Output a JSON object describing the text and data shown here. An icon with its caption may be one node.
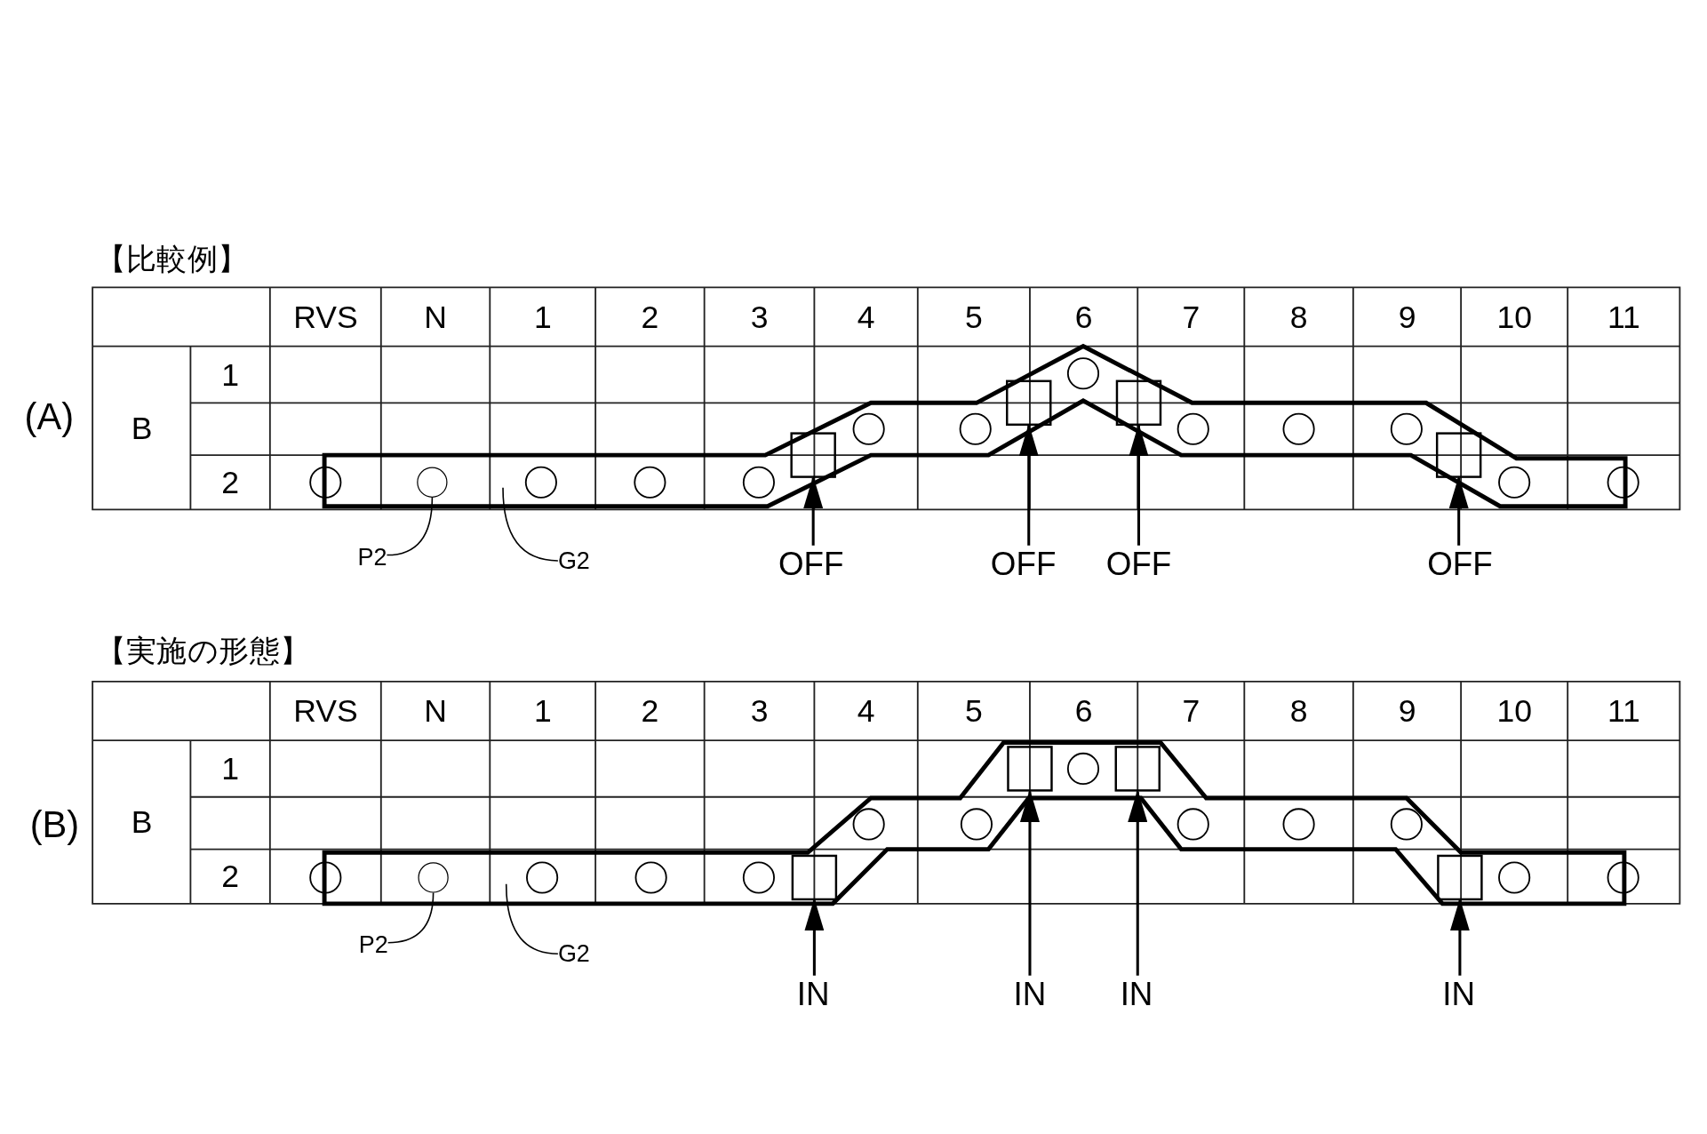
{
  "diagram": {
    "nodes": [
      {
        "text": [
          "P2"
        ]
      },
      {
        "text": [],
        "shape": "circle"
      },
      {
        "text": [
          "G2"
        ]
      },
      {
        "text": [],
        "shape": "box"
      },
      {
        "text": [],
        "shape": "box"
      },
      {
        "text": [],
        "shape": "box"
      },
      {
        "text": [],
        "shape": "box"
      },
      {
        "text": [
          "OFF"
        ]
      },
      {
        "text": [
          "OFF"
        ]
      },
      {
        "text": [
          "OFF"
        ]
      },
      {
        "text": [
          "OFF"
        ]
      },
      {
        "text": [
          "P2"
        ]
      },
      {
        "text": [],
        "shape": "circle"
      },
      {
        "text": [
          "G2"
        ]
      },
      {
        "text": [],
        "shape": "box"
      },
      {
        "text": [],
        "shape": "box"
      },
      {
        "text": [],
        "shape": "box"
      },
      {
        "text": [],
        "shape": "box"
      },
      {
        "text": [
          "IN"
        ]
      },
      {
        "text": [
          "IN"
        ]
      },
      {
        "text": [
          "IN"
        ]
      },
      {
        "text": [
          "IN"
        ]
      }
    ],
    "edges": [
      {
        "from": 0,
        "to": 1,
        "arrow": "none"
      },
      {
        "from": 2,
        "to": null,
        "arrow": "none"
      },
      {
        "from": 7,
        "to": 3,
        "arrow": "to"
      },
      {
        "from": 8,
        "to": 4,
        "arrow": "to"
      },
      {
        "from": 9,
        "to": 5,
        "arrow": "to"
      },
      {
        "from": 10,
        "to": 6,
        "arrow": "to"
      },
      {
        "from": 11,
        "to": 12,
        "arrow": "none"
      },
      {
        "from": 13,
        "to": null,
        "arrow": "none"
      },
      {
        "from": 18,
        "to": 14,
        "arrow": "to"
      },
      {
        "from": 19,
        "to": 15,
        "arrow": "to"
      },
      {
        "from": 20,
        "to": 16,
        "arrow": "to"
      },
      {
        "from": 21,
        "to": 17,
        "arrow": "to"
      }
    ],
    "labels": [
      "【比較例】",
      "(A)",
      "RVS",
      "N",
      "1",
      "2",
      "3",
      "4",
      "5",
      "6",
      "7",
      "8",
      "9",
      "10",
      "11",
      "B",
      "1",
      "2",
      "【実施の形態】",
      "(B)",
      "RVS",
      "N",
      "1",
      "2",
      "3",
      "4",
      "5",
      "6",
      "7",
      "8",
      "9",
      "10",
      "11",
      "B",
      "1",
      "2"
    ]
  }
}
